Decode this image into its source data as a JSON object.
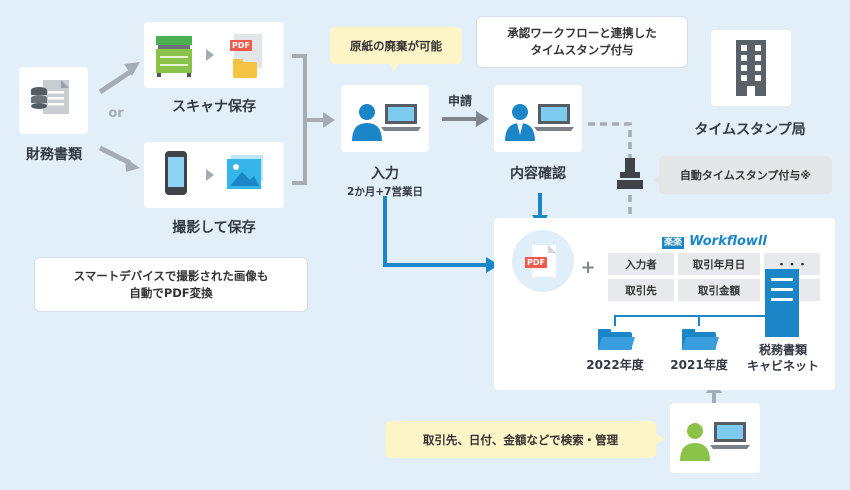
{
  "financial_docs": {
    "label": "財務書類"
  },
  "or_text": "or",
  "scanner": {
    "label": "スキャナ保存",
    "pdf_badge": "PDF"
  },
  "photo": {
    "label": "撮影して保存"
  },
  "smart_note": "スマートデバイスで撮影された画像も\n自動でPDF変換",
  "input": {
    "label": "入力",
    "sublabel": "2か月+7営業日",
    "callout": "原紙の廃棄が可能"
  },
  "arrow_label": "申請",
  "review": {
    "label": "内容確認",
    "callout": "承認ワークフローと連携した\nタイムスタンプ付与"
  },
  "tsa": {
    "label": "タイムスタンプ局"
  },
  "auto_ts": "自動タイムスタンプ付与※",
  "workflow": {
    "logo_mark": "楽楽",
    "logo_text": "Workflowll",
    "pdf_badge": "PDF",
    "plus": "+",
    "table": [
      [
        "入力者",
        "取引年月日",
        "・・・"
      ],
      [
        "取引先",
        "取引金額",
        ""
      ]
    ],
    "folders": [
      "2022年度",
      "2021年度"
    ],
    "cabinet": "税務書類\nキャビネット"
  },
  "search_note": "取引先、日付、金額などで検索・管理",
  "colors": {
    "accent_blue": "#1a86c8",
    "gray_arrow": "#a5acb3",
    "user_green": "#8bc34a",
    "callout_yellow": "#fdf5c7"
  }
}
